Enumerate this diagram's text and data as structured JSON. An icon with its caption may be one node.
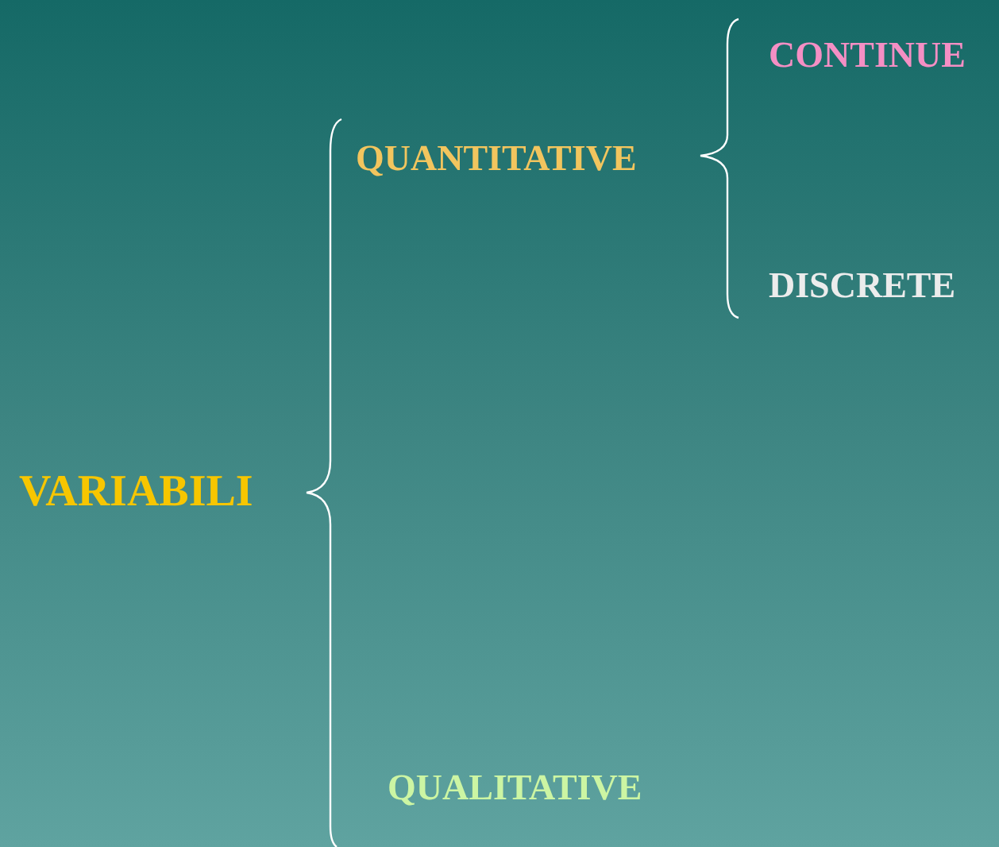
{
  "diagram": {
    "labels": [
      "CONTINUE",
      "QUANTITATIVE",
      "DISCRETE",
      "VARIABILI",
      "QUALITATIVE"
    ]
  }
}
